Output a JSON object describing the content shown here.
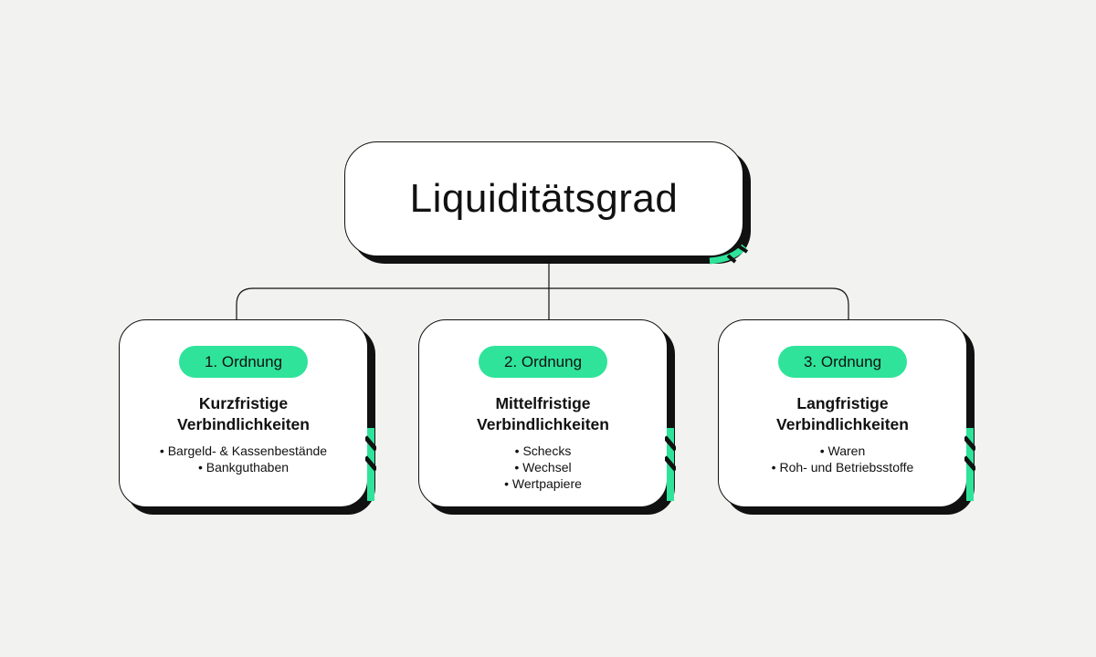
{
  "root": {
    "title": "Liquiditätsgrad"
  },
  "colors": {
    "background": "#f2f2f0",
    "accent": "#2fe39a",
    "outline": "#111111",
    "card": "#ffffff"
  },
  "cards": [
    {
      "badge": "1. Ordnung",
      "title_line1": "Kurzfristige",
      "title_line2": "Verbindlichkeiten",
      "items": [
        "Bargeld- & Kassenbestände",
        "Bankguthaben"
      ]
    },
    {
      "badge": "2. Ordnung",
      "title_line1": "Mittelfristige",
      "title_line2": "Verbindlichkeiten",
      "items": [
        "Schecks",
        "Wechsel",
        "Wertpapiere"
      ]
    },
    {
      "badge": "3. Ordnung",
      "title_line1": "Langfristige",
      "title_line2": "Verbindlichkeiten",
      "items": [
        "Waren",
        "Roh- und Betriebsstoffe"
      ]
    }
  ]
}
